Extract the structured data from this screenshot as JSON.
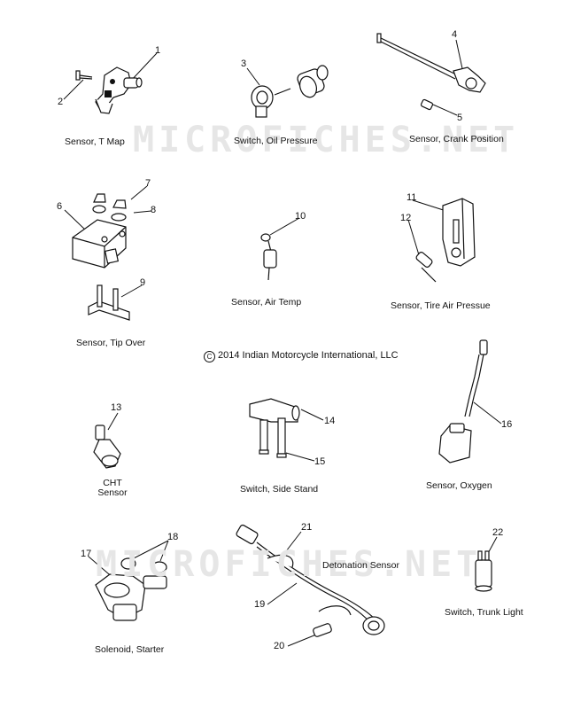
{
  "watermark": "MICROFICHES.NET",
  "copyright": {
    "symbol": "C",
    "text": "2014 Indian Motorcycle International, LLC"
  },
  "captions": {
    "t_map": "Sensor, T Map",
    "oil_pressure": "Switch, Oil Pressure",
    "crank_position": "Sensor, Crank Position",
    "tip_over": "Sensor, Tip Over",
    "air_temp": "Sensor, Air Temp",
    "tire_air": "Sensor, Tire Air Pressue",
    "cht_line1": "CHT",
    "cht_line2": "Sensor",
    "side_stand": "Switch, Side Stand",
    "oxygen": "Sensor, Oxygen",
    "detonation": "Detonation Sensor",
    "starter": "Solenoid, Starter",
    "trunk_light": "Switch, Trunk Light"
  },
  "callouts": [
    "1",
    "2",
    "3",
    "4",
    "5",
    "6",
    "7",
    "8",
    "9",
    "10",
    "11",
    "12",
    "13",
    "14",
    "15",
    "16",
    "17",
    "18",
    "19",
    "20",
    "21",
    "22"
  ]
}
